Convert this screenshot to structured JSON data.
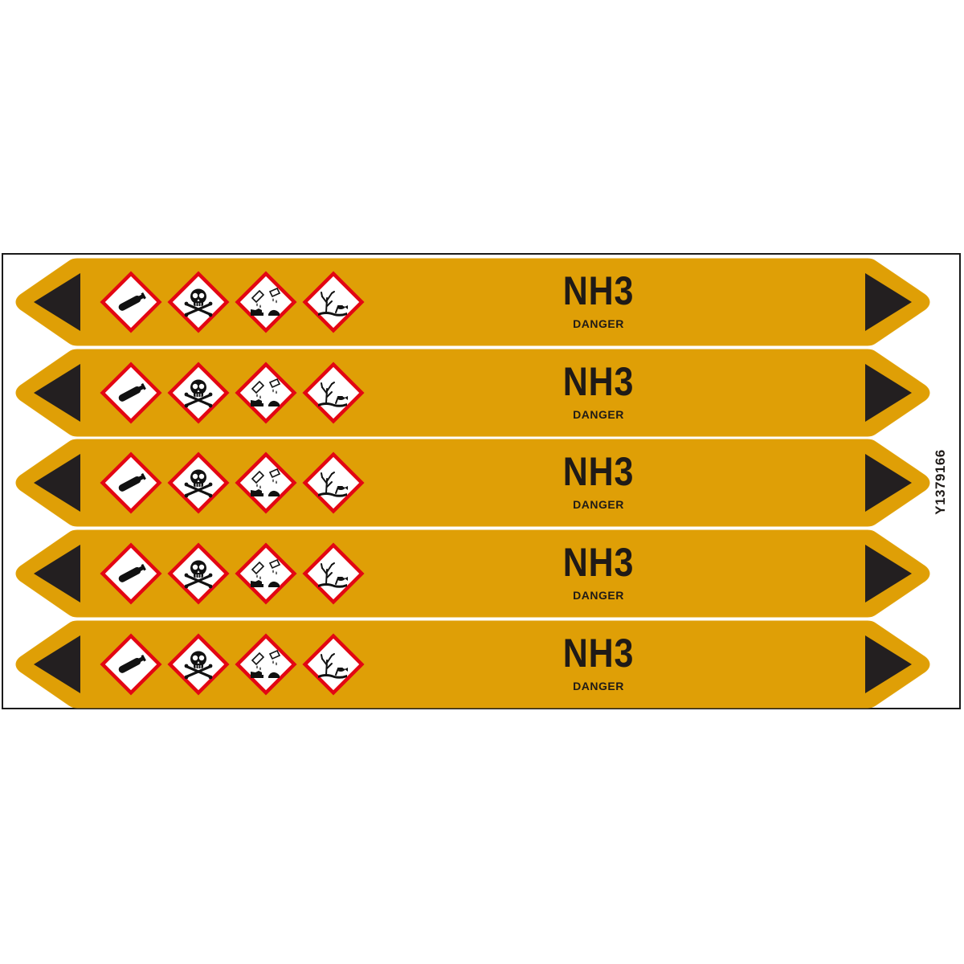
{
  "colors": {
    "band": "#df9f06",
    "band_edge": "#e2a30c",
    "arrow": "#231f20",
    "text": "#1f1a17",
    "picto_border": "#e30613",
    "sheet_border": "#1a1a1a"
  },
  "product_code": "Y1379166",
  "markers": [
    {
      "substance": "NH3",
      "signal_word": "DANGER",
      "pictograms": [
        "gas-cylinder-icon",
        "skull-crossbones-icon",
        "corrosion-icon",
        "environment-icon"
      ],
      "direction": "both"
    },
    {
      "substance": "NH3",
      "signal_word": "DANGER",
      "pictograms": [
        "gas-cylinder-icon",
        "skull-crossbones-icon",
        "corrosion-icon",
        "environment-icon"
      ],
      "direction": "both"
    },
    {
      "substance": "NH3",
      "signal_word": "DANGER",
      "pictograms": [
        "gas-cylinder-icon",
        "skull-crossbones-icon",
        "corrosion-icon",
        "environment-icon"
      ],
      "direction": "both"
    },
    {
      "substance": "NH3",
      "signal_word": "DANGER",
      "pictograms": [
        "gas-cylinder-icon",
        "skull-crossbones-icon",
        "corrosion-icon",
        "environment-icon"
      ],
      "direction": "both"
    },
    {
      "substance": "NH3",
      "signal_word": "DANGER",
      "pictograms": [
        "gas-cylinder-icon",
        "skull-crossbones-icon",
        "corrosion-icon",
        "environment-icon"
      ],
      "direction": "both"
    }
  ]
}
